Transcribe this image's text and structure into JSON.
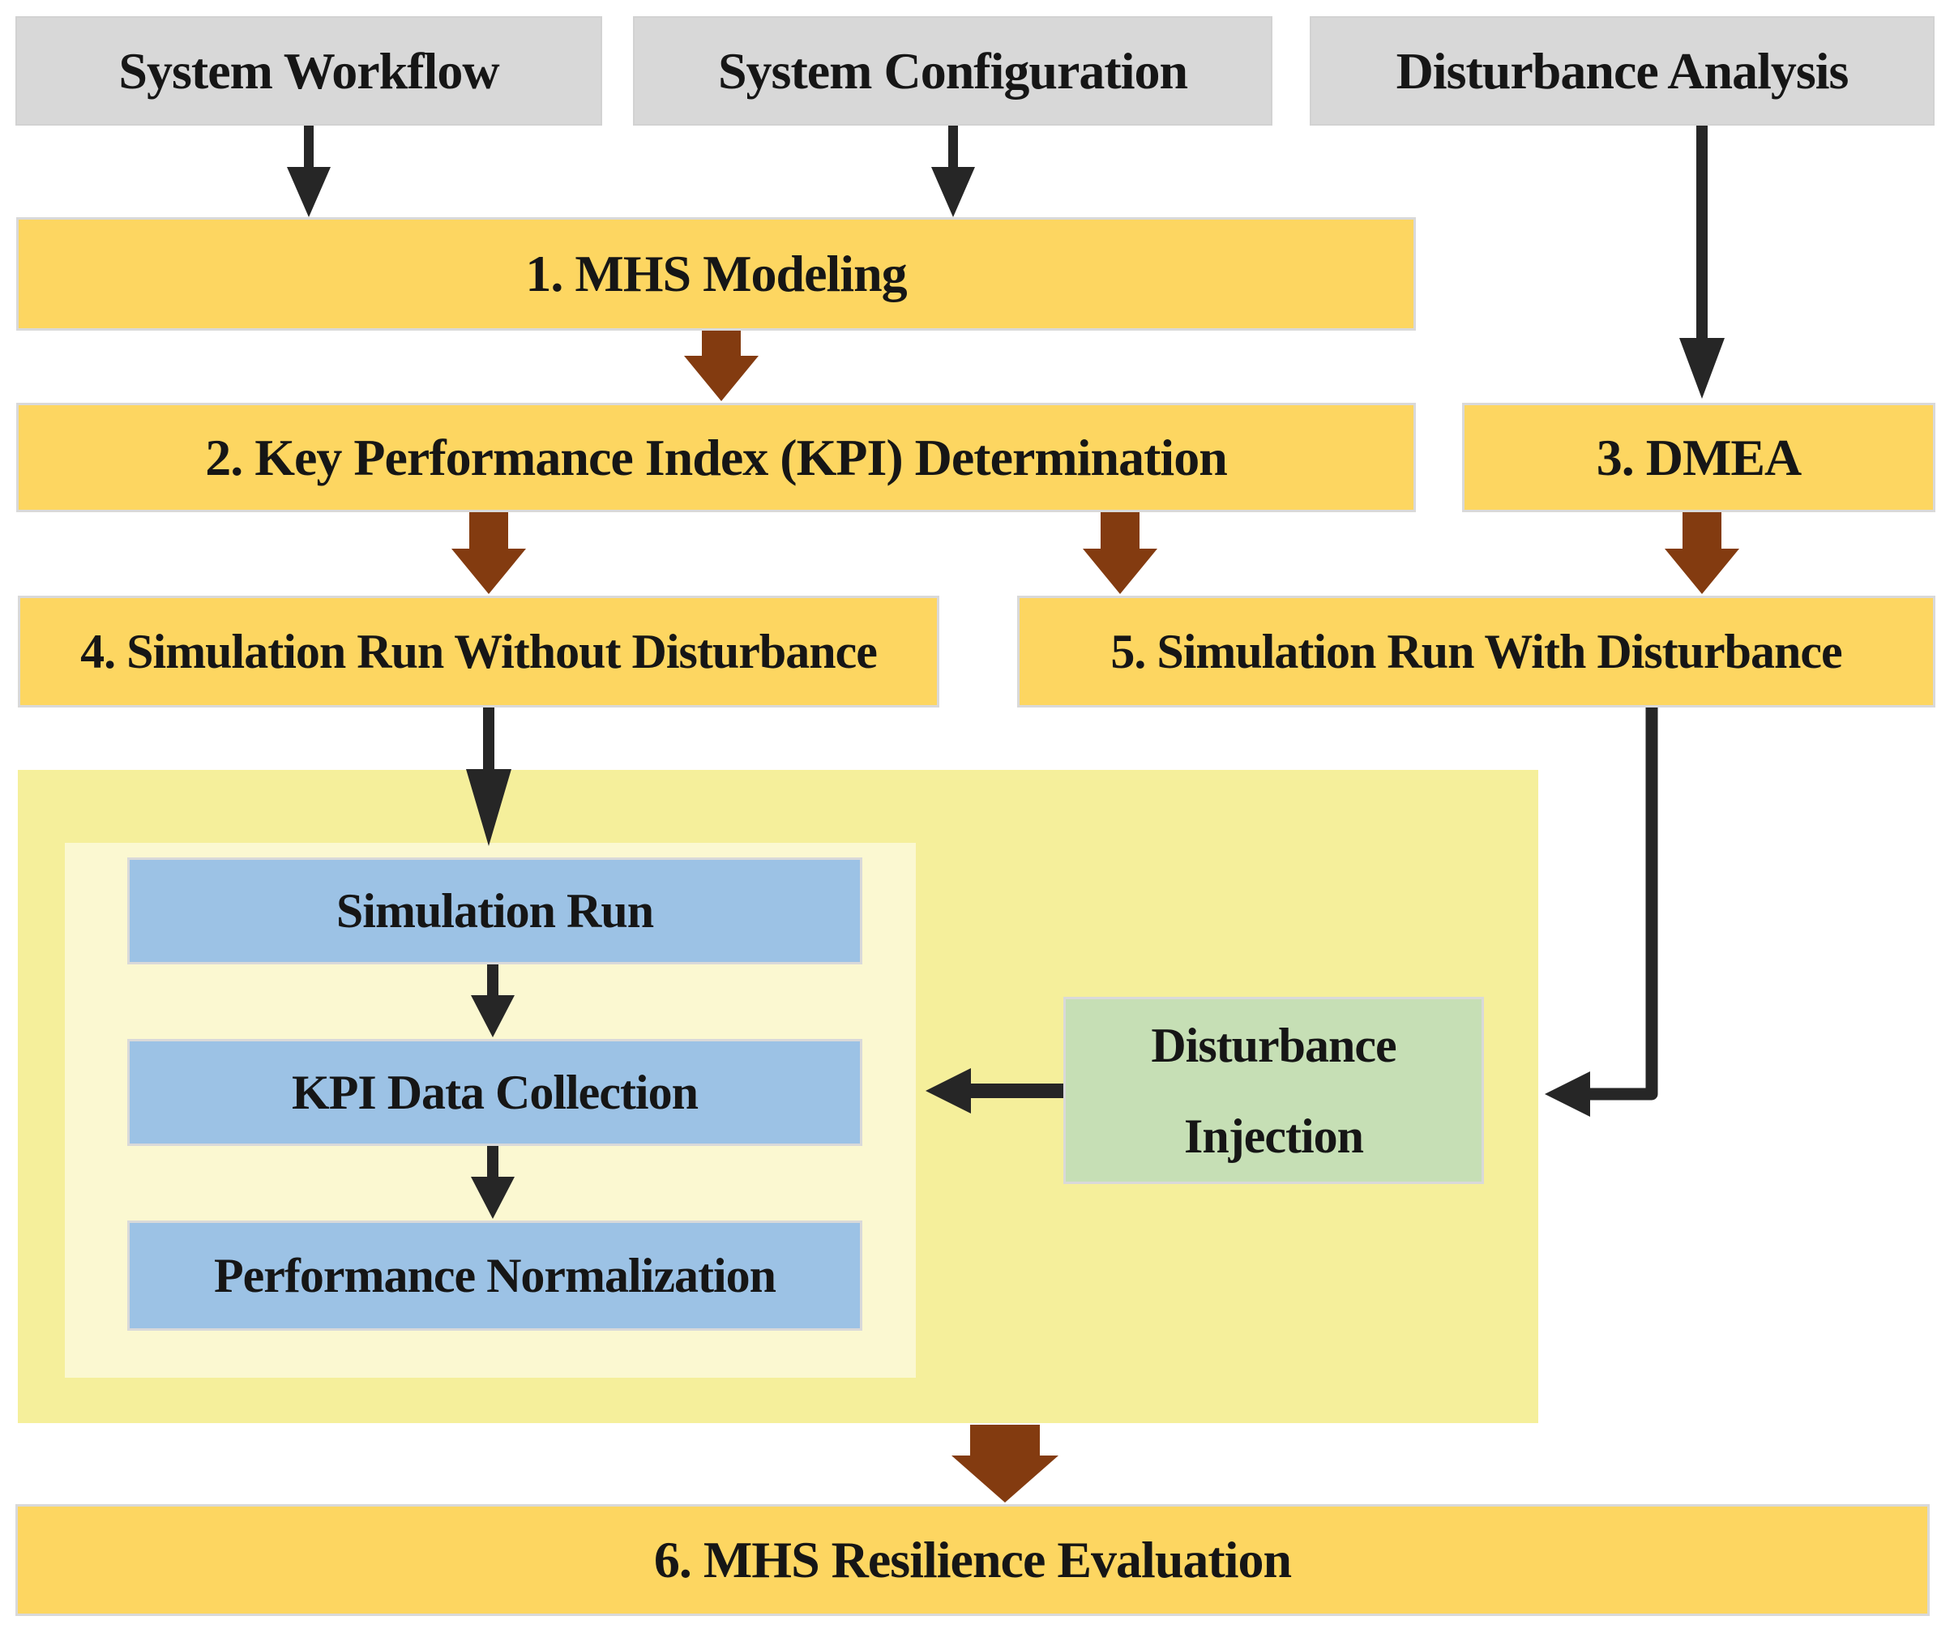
{
  "colors": {
    "background": "#FFFFFF",
    "box_gray": "#D8D8D8",
    "box_yellow": "#FDD661",
    "container_outer": "#F5EF9B",
    "container_inner": "#FBF8D1",
    "box_blue": "#9CC2E5",
    "box_green": "#C6DFB5",
    "arrow_brown": "#833B10",
    "arrow_black": "#262626",
    "text": "#161616",
    "box_border": "#D9D9D9"
  },
  "inputs": {
    "system_workflow": "System Workflow",
    "system_configuration": "System Configuration",
    "disturbance_analysis": "Disturbance Analysis"
  },
  "steps": {
    "step1": "1. MHS Modeling",
    "step2": "2. Key Performance Index (KPI) Determination",
    "step3": "3. DMEA",
    "step4": "4. Simulation Run Without Disturbance",
    "step5": "5. Simulation Run With Disturbance",
    "step6": "6. MHS Resilience Evaluation"
  },
  "simulation_loop": {
    "simulation_run": "Simulation Run",
    "kpi_data_collection": "KPI Data Collection",
    "performance_normalization": "Performance Normalization"
  },
  "disturbance_injection": {
    "line1": "Disturbance",
    "line2": "Injection"
  }
}
